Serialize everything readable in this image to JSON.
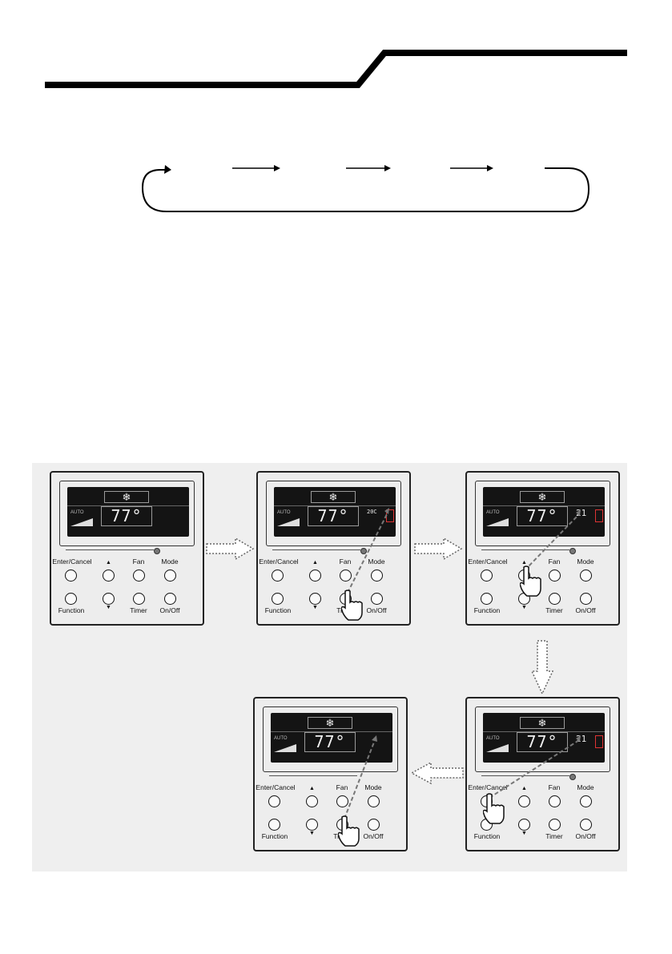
{
  "cycle": {
    "stops": 4
  },
  "controller": {
    "buttons": {
      "enter_cancel": "Enter/Cancel",
      "up": "▲",
      "fan": "Fan",
      "mode": "Mode",
      "function": "Function",
      "down": "▼",
      "timer": "Timer",
      "on_off": "On/Off"
    },
    "lcd": {
      "mode_icon": "❄",
      "auto": "AUTO",
      "temperature": "77°",
      "timer_reading_step2": "20C",
      "timer_reading_step3": "21",
      "timer_reading_step4": "21"
    }
  },
  "steps": [
    {
      "id": 1,
      "pressed": "none"
    },
    {
      "id": 2,
      "pressed": "timer"
    },
    {
      "id": 3,
      "pressed": "up"
    },
    {
      "id": 4,
      "pressed": "enter_cancel"
    },
    {
      "id": 5,
      "pressed": "timer"
    }
  ],
  "colors": {
    "panel_bg": "#ededed",
    "lcd_bg": "#141414",
    "timer_badge": "#d33333",
    "press_line": "#777777"
  }
}
